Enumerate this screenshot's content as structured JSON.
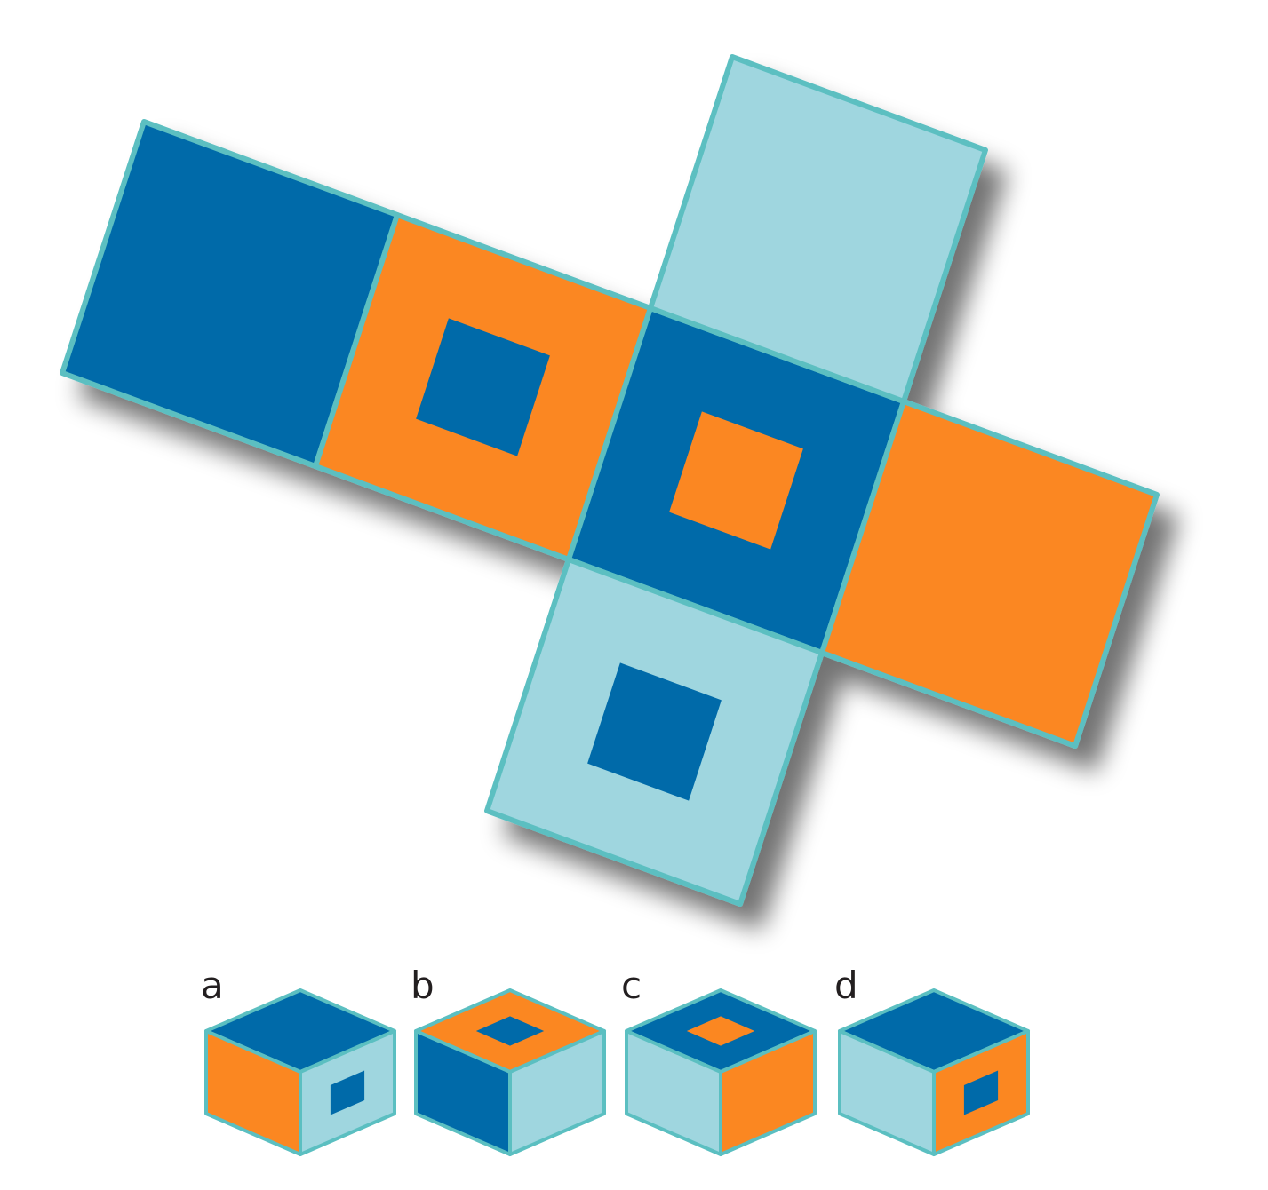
{
  "colors": {
    "dark_blue": "#006aa9",
    "orange": "#fb8721",
    "light_blue": "#9fd6df",
    "edge_teal": "#5bbfc1",
    "label_text": "#231f20"
  },
  "net": {
    "faces": [
      {
        "name": "left-end",
        "fill": "dark_blue",
        "inset": null
      },
      {
        "name": "left-center",
        "fill": "orange",
        "inset": "dark_blue"
      },
      {
        "name": "center",
        "fill": "dark_blue",
        "inset": "orange"
      },
      {
        "name": "right-end",
        "fill": "orange",
        "inset": null
      },
      {
        "name": "top",
        "fill": "light_blue",
        "inset": null
      },
      {
        "name": "bottom",
        "fill": "light_blue",
        "inset": "dark_blue"
      }
    ]
  },
  "options": [
    {
      "label": "a",
      "top": {
        "fill": "dark_blue",
        "inset": null
      },
      "left": {
        "fill": "orange",
        "inset": null
      },
      "right": {
        "fill": "light_blue",
        "inset": "dark_blue"
      }
    },
    {
      "label": "b",
      "top": {
        "fill": "orange",
        "inset": "dark_blue"
      },
      "left": {
        "fill": "dark_blue",
        "inset": null
      },
      "right": {
        "fill": "light_blue",
        "inset": null
      }
    },
    {
      "label": "c",
      "top": {
        "fill": "dark_blue",
        "inset": "orange"
      },
      "left": {
        "fill": "light_blue",
        "inset": null
      },
      "right": {
        "fill": "orange",
        "inset": null
      }
    },
    {
      "label": "d",
      "top": {
        "fill": "dark_blue",
        "inset": null
      },
      "left": {
        "fill": "light_blue",
        "inset": null
      },
      "right": {
        "fill": "orange",
        "inset": "dark_blue"
      }
    }
  ]
}
